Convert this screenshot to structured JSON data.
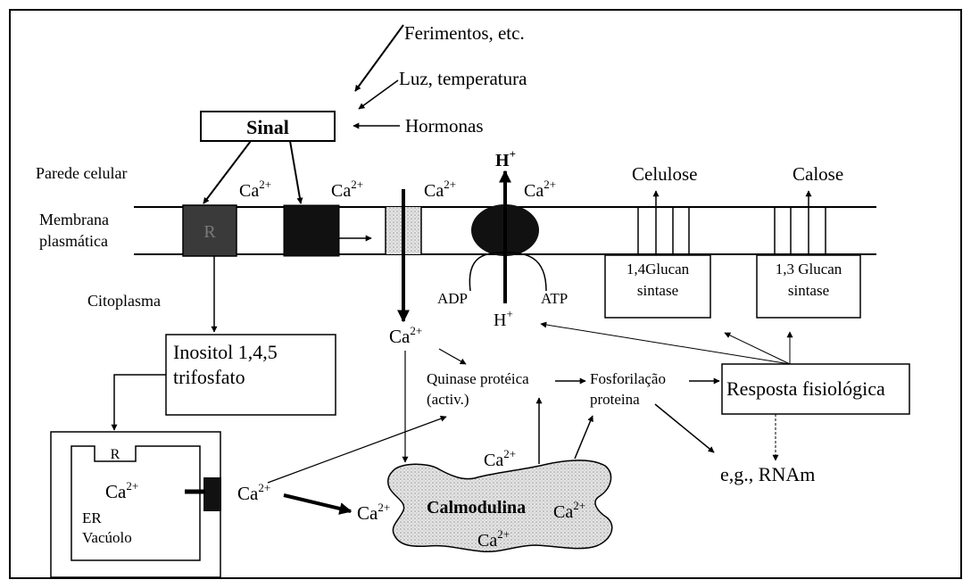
{
  "stimuli": {
    "injury": "Ferimentos, etc.",
    "light": "Luz, temperatura",
    "hormones": "Hormonas"
  },
  "signal": {
    "label": "Sinal"
  },
  "regions": {
    "cell_wall": "Parede celular",
    "membrane_line1": "Membrana",
    "membrane_line2": "plasmática",
    "cytoplasm": "Citoplasma"
  },
  "receptor": {
    "label": "R"
  },
  "ions": {
    "ca_base": "Ca",
    "ca_charge": "2+",
    "h_base": "H",
    "h_charge": "+"
  },
  "pump": {
    "adp": "ADP",
    "atp": "ATP"
  },
  "synthases": {
    "cellulose": {
      "product": "Celulose",
      "line1": "1,4Glucan",
      "line2": "sintase"
    },
    "callose": {
      "product": "Calose",
      "line1": "1,3 Glucan",
      "line2": "sintase"
    }
  },
  "ip3": {
    "line1": "Inositol 1,4,5",
    "line2": "trifosfato"
  },
  "er": {
    "receptor": "R",
    "line1": "ER",
    "line2": "Vacúolo"
  },
  "kinase": {
    "line1": "Quinase protéica",
    "line2": "(activ.)"
  },
  "phosphorylation": {
    "line1": "Fosforilação",
    "line2": "proteina"
  },
  "response": {
    "label": "Resposta fisiológica"
  },
  "mrna": {
    "label": "e,g., RNAm"
  },
  "calmodulin": {
    "label": "Calmodulina"
  },
  "colors": {
    "stroke": "#000000",
    "dark_channel": "#111111",
    "receptor_fill": "#333333",
    "stipple": "#d6d6d6",
    "background": "#ffffff"
  }
}
